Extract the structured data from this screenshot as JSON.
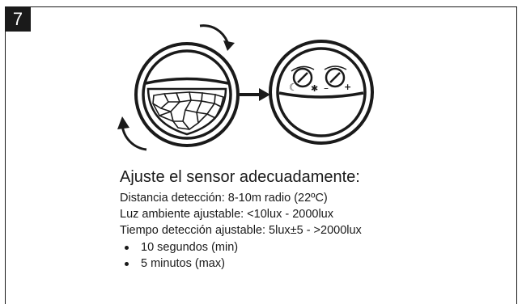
{
  "step": {
    "number": "7"
  },
  "instructions": {
    "heading": "Ajuste el sensor adecuadamente:",
    "lines": [
      "Distancia detección: 8-10m radio (22ºC)",
      "Luz ambiente ajustable: <10lux - 2000lux",
      "Tiempo detección ajustable: 5lux±5 - >2000lux"
    ],
    "bullets": [
      "10 segundos (min)",
      "5 minutos (max)"
    ]
  },
  "illustration": {
    "left_dial": {
      "icon": "sensor-lens-icon"
    },
    "arrow": {
      "icon": "arrow-right-icon"
    },
    "right_dial": {
      "icon": "sensor-adjust-dials-icon",
      "symbols": {
        "moon": "☾",
        "sun": "✱",
        "minus": "–",
        "plus": "+"
      }
    }
  }
}
